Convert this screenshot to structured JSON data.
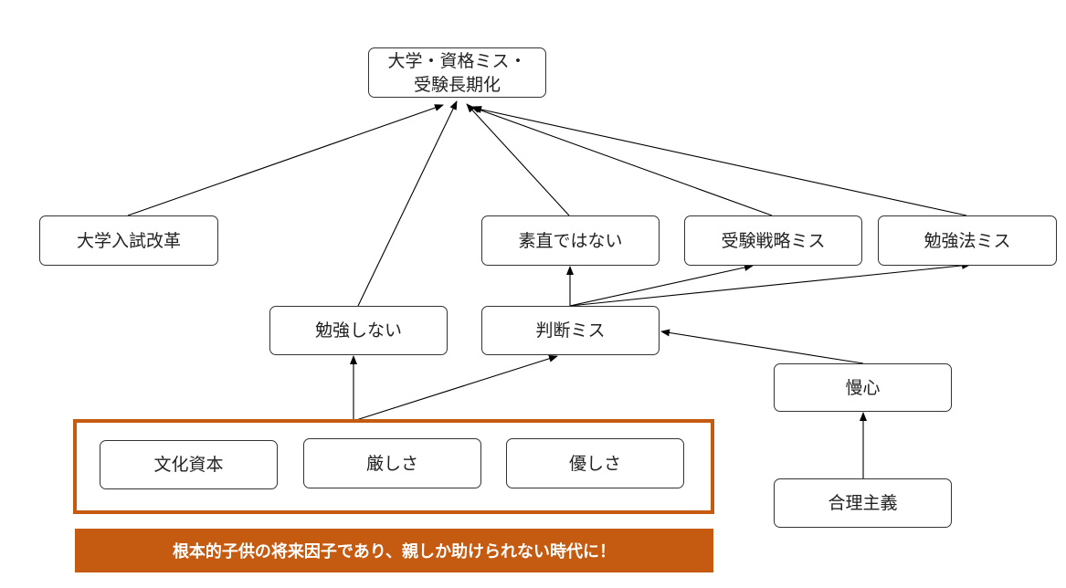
{
  "nodes": {
    "top": "大学・資格ミス・受験長期化",
    "reform": "大学入試改革",
    "not_honest": "素直ではない",
    "strategy_mistake": "受験戦略ミス",
    "method_mistake": "勉強法ミス",
    "no_study": "勉強しない",
    "misjudge": "判断ミス",
    "conceit": "慢心",
    "culture_capital": "文化資本",
    "strictness": "厳しさ",
    "kindness": "優しさ",
    "rationalism": "合理主義"
  },
  "banner": "根本的子供の将来因子であり、親しか助けられない時代に！",
  "colors": {
    "accent": "#c55a11",
    "border": "#333333",
    "text": "#222222"
  }
}
